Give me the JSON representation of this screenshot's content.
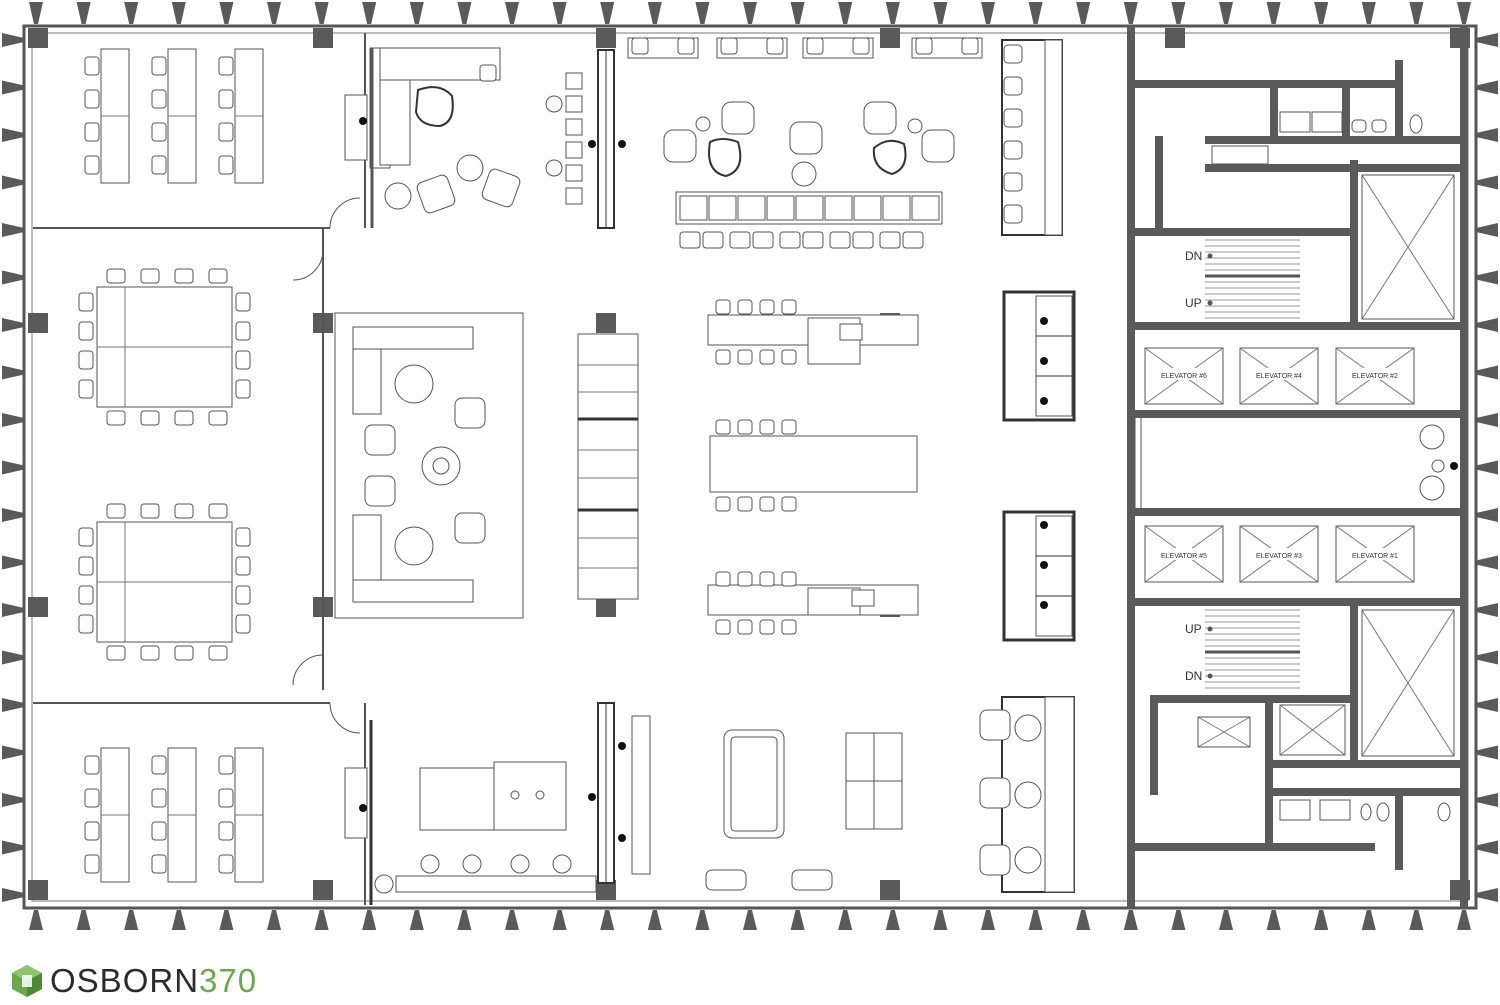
{
  "brand": {
    "name_main": "OSBORN",
    "name_num": "370",
    "logo_icon": "green-cube-logo-icon",
    "colors": {
      "dark": "#2b2b2b",
      "green": "#6aa84f",
      "wall": "#5a5a5a"
    }
  },
  "plan": {
    "elevators": {
      "e6": "ELEVATOR #6",
      "e4": "ELEVATOR #4",
      "e2": "ELEVATOR #2",
      "e5": "ELEVATOR #5",
      "e3": "ELEVATOR #3",
      "e1": "ELEVATOR #1"
    },
    "stairs": {
      "north_dn": "DN",
      "north_up": "UP",
      "south_up": "UP",
      "south_dn": "DN"
    }
  }
}
